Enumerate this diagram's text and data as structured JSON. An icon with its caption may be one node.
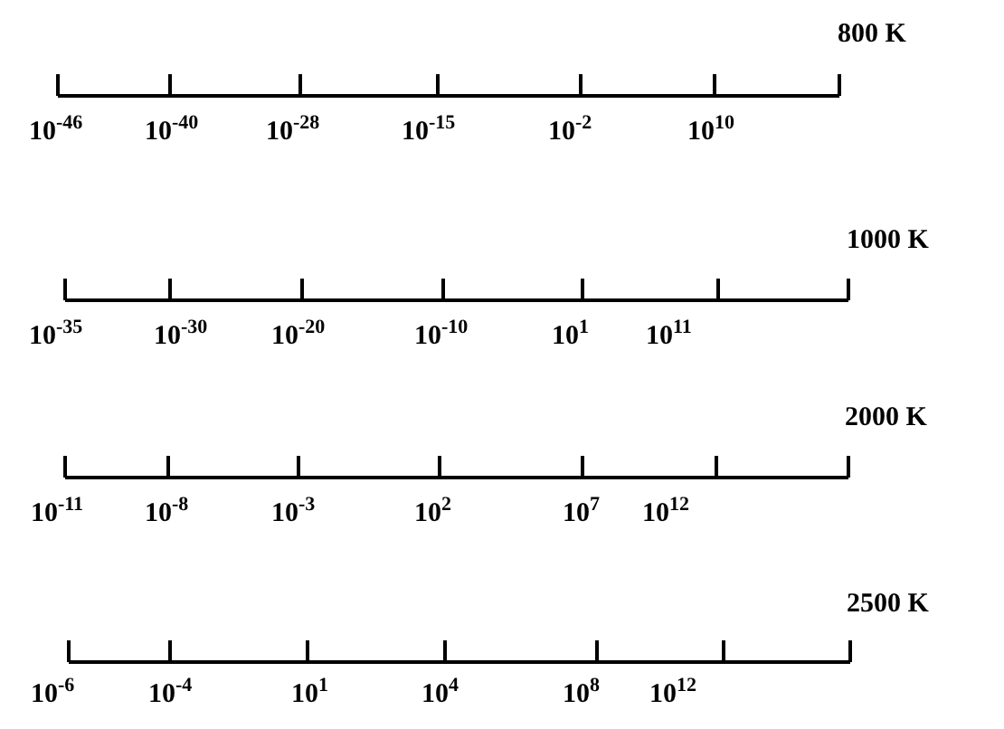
{
  "diagram": {
    "labels": [
      "800 K",
      "10$^{-46}$",
      "10$^{-40}$",
      "10$^{-28}$",
      "10$^{-15}$",
      "10$^{-2}$",
      "10$^{10}$",
      "1000 K",
      "10$^{-35}$",
      "10$^{-30}$",
      "10$^{-20}$",
      "10$^{-10}$",
      "10$^{1}$",
      "10$^{11}$",
      "2000 K",
      "10$^{-11}$",
      "10$^{-8}$",
      "10$^{-3}$",
      "10$^{2}$",
      "10$^{7}$",
      "10$^{12}$",
      "2500 K",
      "10$^{-6}$",
      "10$^{-4}$",
      "10$^{1}$",
      "10$^{4}$",
      "10$^{8}$",
      "10$^{12}$"
    ]
  }
}
